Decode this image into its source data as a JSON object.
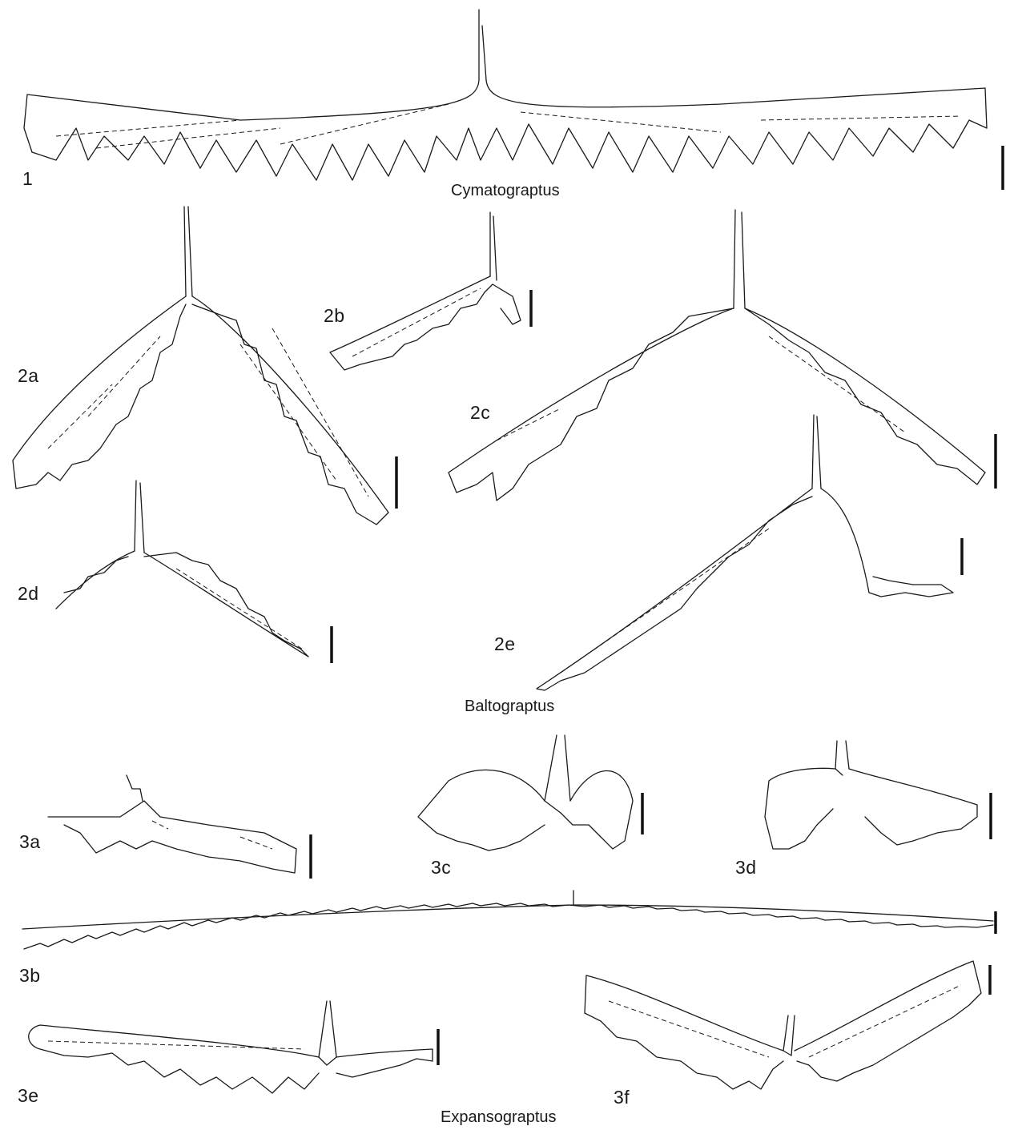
{
  "figure_labels": {
    "f1": "1",
    "f2a": "2a",
    "f2b": "2b",
    "f2c": "2c",
    "f2d": "2d",
    "f2e": "2e",
    "f3a": "3a",
    "f3b": "3b",
    "f3c": "3c",
    "f3d": "3d",
    "f3e": "3e",
    "f3f": "3f"
  },
  "genus_names": {
    "cymatograptus": "Cymatograptus",
    "baltograptus": "Baltograptus",
    "expansograptus": "Expansograptus"
  }
}
